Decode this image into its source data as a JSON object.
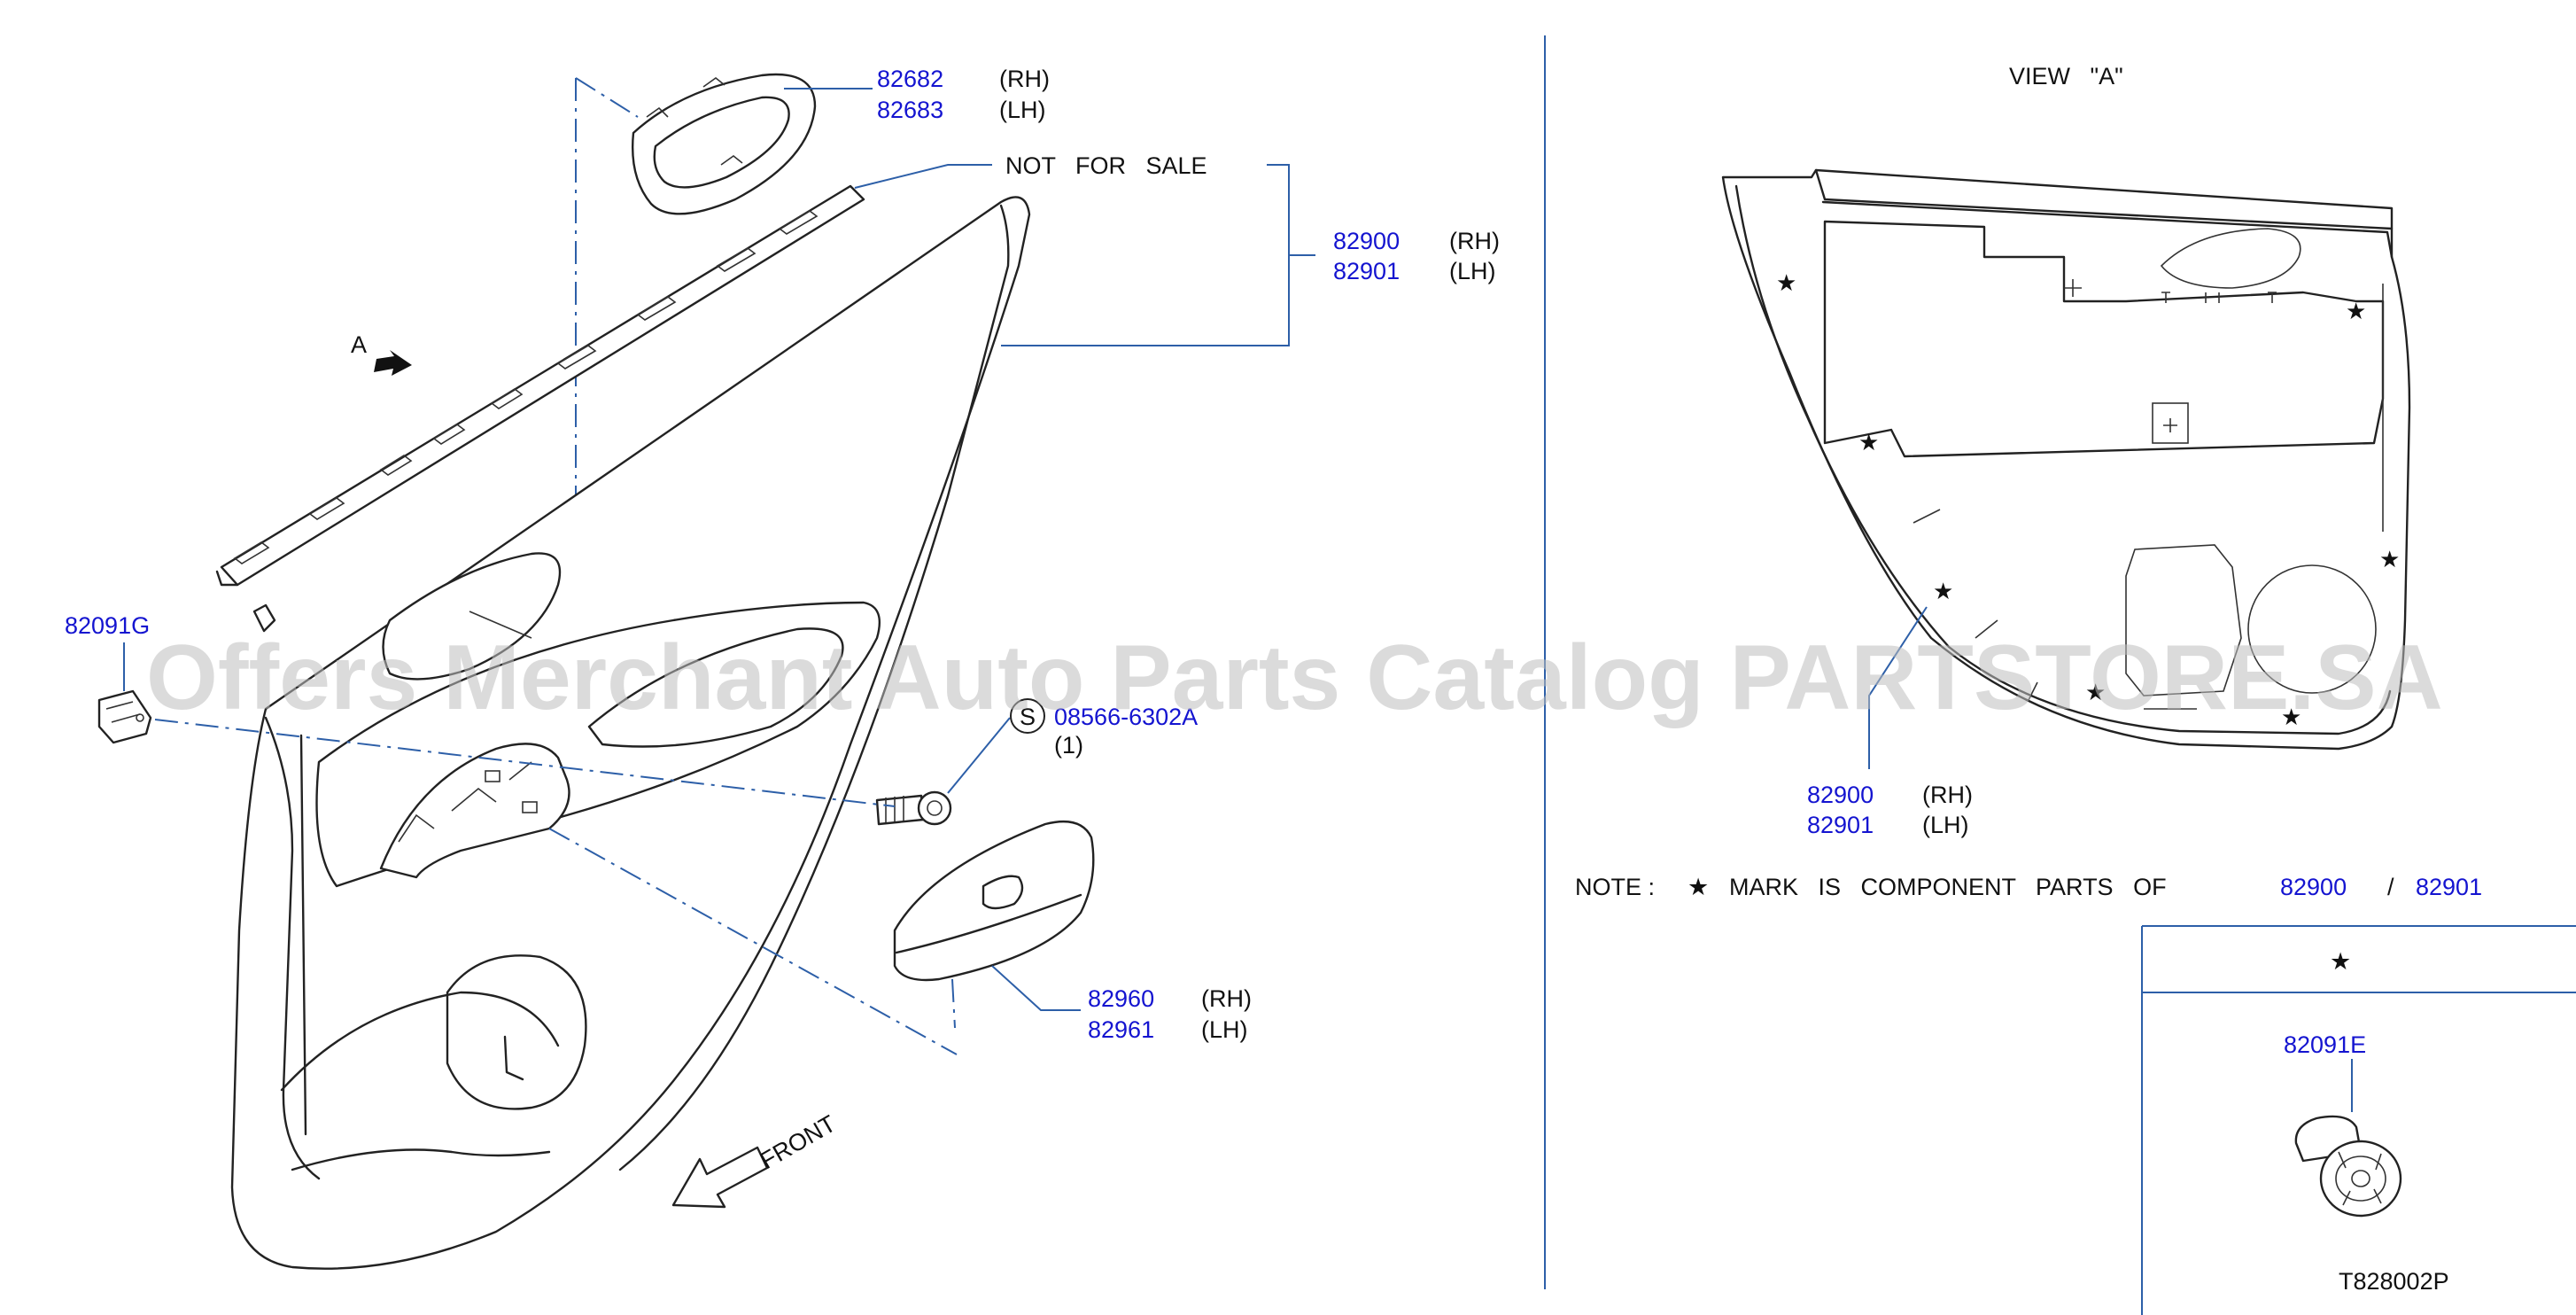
{
  "labels": {
    "p82682": "82682",
    "p82682_side": "(RH)",
    "p82683": "82683",
    "p82683_side": "(LH)",
    "not_for_sale": "NOT   FOR   SALE",
    "p82900": "82900",
    "p82900_side": "(RH)",
    "p82901": "82901",
    "p82901_side": "(LH)",
    "arrow_a": "A",
    "p82091G": "82091G",
    "screw_symbol": "S",
    "screw_part": "08566-6302A",
    "screw_qty": "(1)",
    "p82960": "82960",
    "p82960_side": "(RH)",
    "p82961": "82961",
    "p82961_side": "(LH)",
    "front": "FRONT",
    "view_a": "VIEW   \"A\"",
    "view_p82900": "82900",
    "view_p82900_side": "(RH)",
    "view_p82901": "82901",
    "view_p82901_side": "(LH)",
    "note_prefix": "NOTE :",
    "note_star": "★",
    "note_text": "MARK   IS   COMPONENT   PARTS   OF",
    "note_p1": "82900",
    "note_slash": "/",
    "note_p2": "82901",
    "legend_star": "★",
    "p82091E": "82091E",
    "drawing_code": "T828002P"
  },
  "watermark": "Offers Merchant Auto Parts Catalog PARTSTORE.SA",
  "colors": {
    "part_number": "#1414d0",
    "leader_line": "#2d5fa8",
    "text": "#111111"
  }
}
